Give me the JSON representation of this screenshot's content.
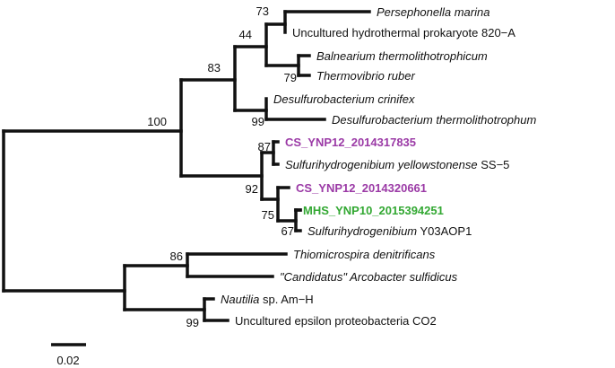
{
  "colors": {
    "branch": "#111111",
    "text": "#111111",
    "highlight_purple": "#9b3aa6",
    "highlight_green": "#33a833"
  },
  "tree": {
    "leaves": [
      {
        "id": "persephonella",
        "parts": [
          {
            "text": "Persephonella marina",
            "italic": true
          }
        ]
      },
      {
        "id": "uncultured-hydrothermal",
        "parts": [
          {
            "text": "Uncultured hydrothermal prokaryote 820−A",
            "italic": false
          }
        ]
      },
      {
        "id": "balnearium",
        "parts": [
          {
            "text": "Balnearium thermolithotrophicum",
            "italic": true
          }
        ]
      },
      {
        "id": "thermovibrio",
        "parts": [
          {
            "text": "Thermovibrio ruber",
            "italic": true
          }
        ]
      },
      {
        "id": "desulfurobacterium-crinifex",
        "parts": [
          {
            "text": "Desulfurobacterium crinifex",
            "italic": true
          }
        ]
      },
      {
        "id": "desulfurobacterium-thermo",
        "parts": [
          {
            "text": "Desulfurobacterium thermolithotrophum",
            "italic": true
          }
        ]
      },
      {
        "id": "cs-ynp12-2014317835",
        "parts": [
          {
            "text": "CS_YNP12_2014317835",
            "italic": false
          }
        ],
        "highlight": "purple"
      },
      {
        "id": "sulfurihydrogenibium-yellowstonense",
        "parts": [
          {
            "text": "Sulfurihydrogenibium yellowstonense",
            "italic": true
          },
          {
            "text": " SS−5",
            "italic": false
          }
        ]
      },
      {
        "id": "cs-ynp12-2014320661",
        "parts": [
          {
            "text": "CS_YNP12_2014320661",
            "italic": false
          }
        ],
        "highlight": "purple"
      },
      {
        "id": "mhs-ynp10-2015394251",
        "parts": [
          {
            "text": "MHS_YNP10_2015394251",
            "italic": false
          }
        ],
        "highlight": "green"
      },
      {
        "id": "sulfurihydrogenibium-y03aop1",
        "parts": [
          {
            "text": "Sulfurihydrogenibium",
            "italic": true
          },
          {
            "text": " Y03AOP1",
            "italic": false
          }
        ]
      },
      {
        "id": "thiomicrospira",
        "parts": [
          {
            "text": "Thiomicrospira denitrificans",
            "italic": true
          }
        ]
      },
      {
        "id": "arcobacter",
        "parts": [
          {
            "text": "\"Candidatus\" Arcobacter sulfidicus",
            "italic": true
          }
        ]
      },
      {
        "id": "nautilia",
        "parts": [
          {
            "text": "Nautilia",
            "italic": true
          },
          {
            "text": " sp. Am−H",
            "italic": false
          }
        ]
      },
      {
        "id": "uncultured-epsilon",
        "parts": [
          {
            "text": "Uncultured epsilon proteobacteria CO2",
            "italic": false
          }
        ]
      }
    ],
    "bootstrap": [
      "73",
      "44",
      "79",
      "83",
      "99",
      "100",
      "87",
      "92",
      "75",
      "67",
      "86",
      "99"
    ],
    "scale_bar_label": "0.02"
  }
}
